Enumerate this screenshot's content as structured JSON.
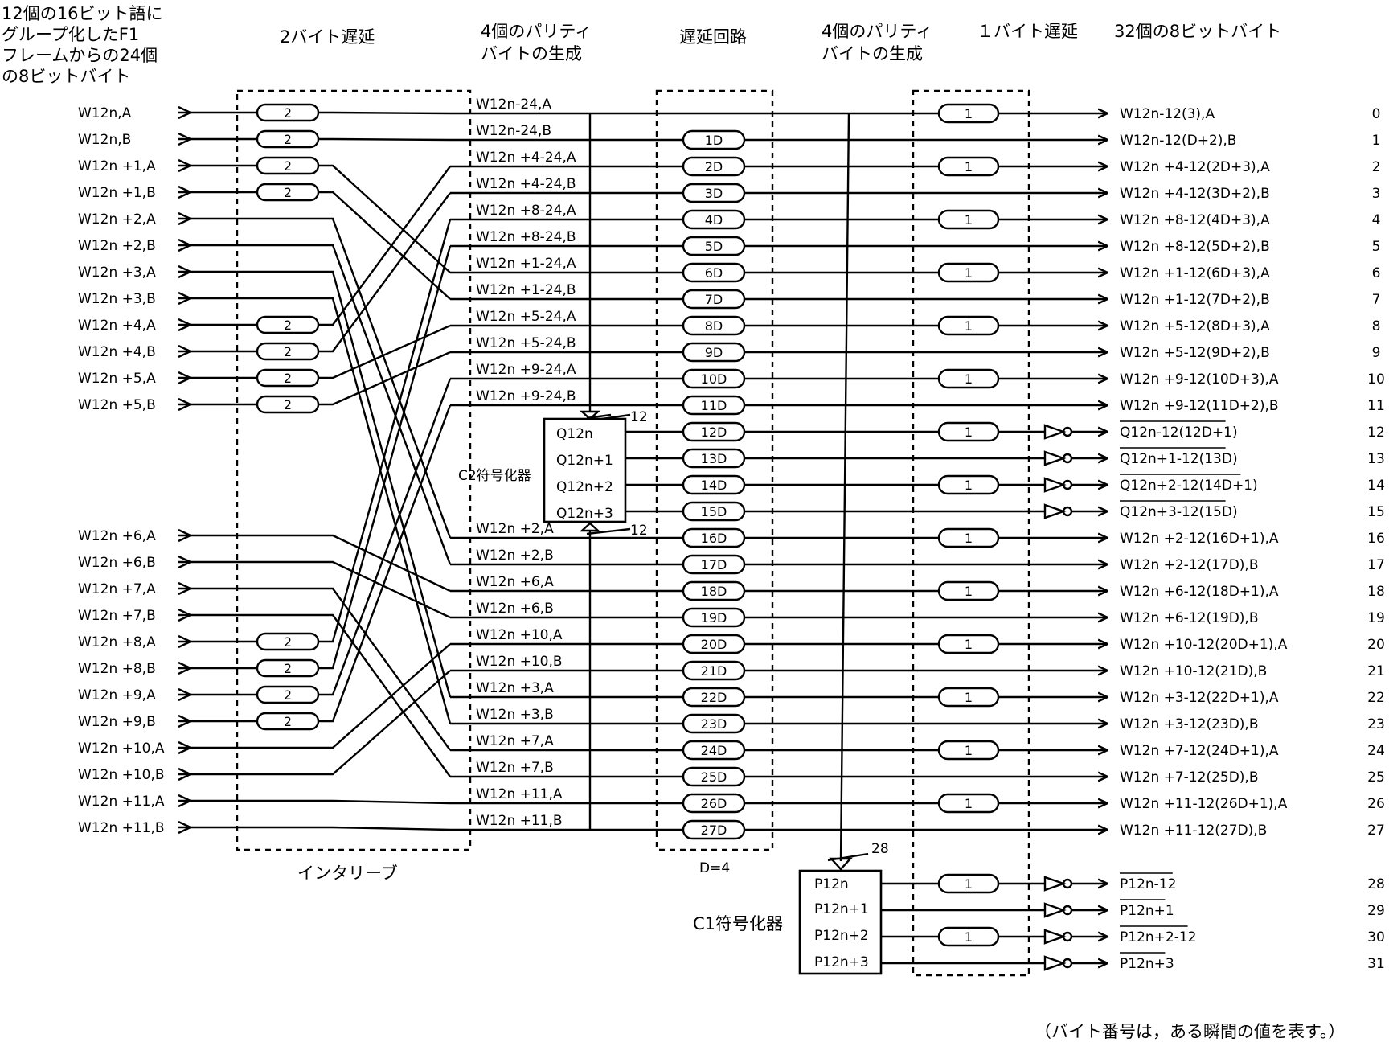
{
  "headers": {
    "input": [
      "12個の16ビット語に",
      "グループ化したF1",
      "フレームからの24個",
      "の8ビットバイト"
    ],
    "two_byte_delay": "2バイト遅延",
    "parity1": [
      "4個のパリティ",
      "バイトの生成"
    ],
    "delay_circuit": "遅延回路",
    "parity2": [
      "4個のパリティ",
      "バイトの生成"
    ],
    "one_byte_delay": "１バイト遅延",
    "output": "32個の8ビットバイト"
  },
  "input_labels_top": [
    "W12n,A",
    "W12n,B",
    "W12n +1,A",
    "W12n +1,B",
    "W12n +2,A",
    "W12n +2,B",
    "W12n +3,A",
    "W12n +3,B",
    "W12n +4,A",
    "W12n +4,B",
    "W12n +5,A",
    "W12n +5,B"
  ],
  "input_labels_bottom": [
    "W12n +6,A",
    "W12n +6,B",
    "W12n +7,A",
    "W12n +7,B",
    "W12n +8,A",
    "W12n +8,B",
    "W12n +9,A",
    "W12n +9,B",
    "W12n +10,A",
    "W12n +10,B",
    "W12n +11,A",
    "W12n +11,B"
  ],
  "interleaved_labels_top": [
    "W12n-24,A",
    "W12n-24,B",
    "W12n +4-24,A",
    "W12n +4-24,B",
    "W12n +8-24,A",
    "W12n +8-24,B",
    "W12n +1-24,A",
    "W12n +1-24,B",
    "W12n +5-24,A",
    "W12n +5-24,B",
    "W12n +9-24,A",
    "W12n +9-24,B"
  ],
  "interleaved_labels_bottom": [
    "W12n +2,A",
    "W12n +2,B",
    "W12n +6,A",
    "W12n +6,B",
    "W12n +10,A",
    "W12n +10,B",
    "W12n +3,A",
    "W12n +3,B",
    "W12n +7,A",
    "W12n +7,B",
    "W12n +11,A",
    "W12n +11,B"
  ],
  "two_byte_delay_value": "2",
  "one_byte_delay_value": "1",
  "delay_values": [
    "1D",
    "2D",
    "3D",
    "4D",
    "5D",
    "6D",
    "7D",
    "8D",
    "9D",
    "10D",
    "11D",
    "12D",
    "13D",
    "14D",
    "15D",
    "16D",
    "17D",
    "18D",
    "19D",
    "20D",
    "21D",
    "22D",
    "23D",
    "24D",
    "25D",
    "26D",
    "27D"
  ],
  "c2_encoder": {
    "name": "C2符号化器",
    "outputs": [
      "Q12n",
      "Q12n+1",
      "Q12n+2",
      "Q12n+3"
    ],
    "bus_width_top": "12",
    "bus_width_bottom": "12"
  },
  "c1_encoder": {
    "name": "C1符号化器",
    "outputs": [
      "P12n",
      "P12n+1",
      "P12n+2",
      "P12n+3"
    ],
    "bus_width": "28"
  },
  "output_labels": [
    "W12n-12(3),A",
    "W12n-12(D+2),B",
    "W12n +4-12(2D+3),A",
    "W12n +4-12(3D+2),B",
    "W12n +8-12(4D+3),A",
    "W12n +8-12(5D+2),B",
    "W12n +1-12(6D+3),A",
    "W12n +1-12(7D+2),B",
    "W12n +5-12(8D+3),A",
    "W12n +5-12(9D+2),B",
    "W12n +9-12(10D+3),A",
    "W12n +9-12(11D+2),B",
    "Q12n-12(12D+1)",
    "Q12n+1-12(13D)",
    "Q12n+2-12(14D+1)",
    "Q12n+3-12(15D)",
    "W12n +2-12(16D+1),A",
    "W12n +2-12(17D),B",
    "W12n +6-12(18D+1),A",
    "W12n +6-12(19D),B",
    "W12n +10-12(20D+1),A",
    "W12n +10-12(21D),B",
    "W12n +3-12(22D+1),A",
    "W12n +3-12(23D),B",
    "W12n +7-12(24D+1),A",
    "W12n +7-12(25D),B",
    "W12n +11-12(26D+1),A",
    "W12n +11-12(27D),B",
    "P12n-12",
    "P12n+1",
    "P12n+2-12",
    "P12n+3"
  ],
  "output_indices": [
    "0",
    "1",
    "2",
    "3",
    "4",
    "5",
    "6",
    "7",
    "8",
    "9",
    "10",
    "11",
    "12",
    "13",
    "14",
    "15",
    "16",
    "17",
    "18",
    "19",
    "20",
    "21",
    "22",
    "23",
    "24",
    "25",
    "26",
    "27",
    "28",
    "29",
    "30",
    "31"
  ],
  "interleave_label": "インタリーブ",
  "d_value_label": "D=4",
  "footnote": "（バイト番号は，ある瞬間の値を表す。）"
}
